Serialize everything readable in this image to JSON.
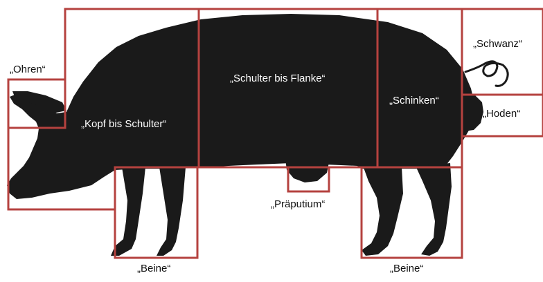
{
  "diagram": {
    "colors": {
      "silhouette": "#1a1a1a",
      "box_stroke": "#b5423f",
      "label_on_white": "#111111",
      "label_on_black": "#ffffff",
      "background": "#ffffff"
    },
    "regions": {
      "ohren": "„Ohren“",
      "kopf_bis_schulter": "„Kopf bis Schulter“",
      "schulter_bis_flanke": "„Schulter bis Flanke“",
      "schinken": "„Schinken“",
      "schwanz": "„Schwanz“",
      "hoden": "„Hoden“",
      "praeputium": "„Präputium“",
      "beine_vorne": "„Beine“",
      "beine_hinten": "„Beine“"
    }
  }
}
